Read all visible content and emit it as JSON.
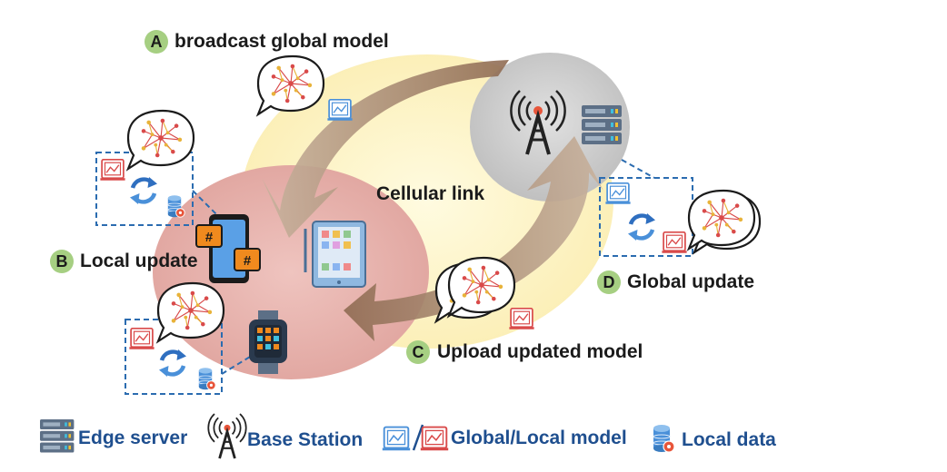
{
  "steps": {
    "a": {
      "letter": "A",
      "text": "broadcast global model"
    },
    "b": {
      "letter": "B",
      "text": "Local update"
    },
    "c": {
      "letter": "C",
      "text": "Upload updated model"
    },
    "d": {
      "letter": "D",
      "text": "Global update"
    }
  },
  "center": {
    "text": "Cellular link"
  },
  "legend": {
    "edge_server": "Edge server",
    "base_station": "Base Station",
    "global_local_model": "Global/Local model",
    "local_data": "Local data"
  },
  "colors": {
    "badge": "#a6cf82",
    "client_region": "#e8b4b0",
    "server_region": "#d0d0d0",
    "link_region": "#fdf3c4",
    "arrow": "#a3826a",
    "dashed": "#2b6cb0",
    "legend_text": "#1f4f8f",
    "global_model": "#4a90d9",
    "local_model": "#d94a4a"
  },
  "icons": [
    "server-icon",
    "antenna-icon",
    "smartphone-icon",
    "tablet-icon",
    "smartwatch-icon",
    "database-icon",
    "neural-network-icon",
    "sync-arrows-icon",
    "model-icon"
  ]
}
